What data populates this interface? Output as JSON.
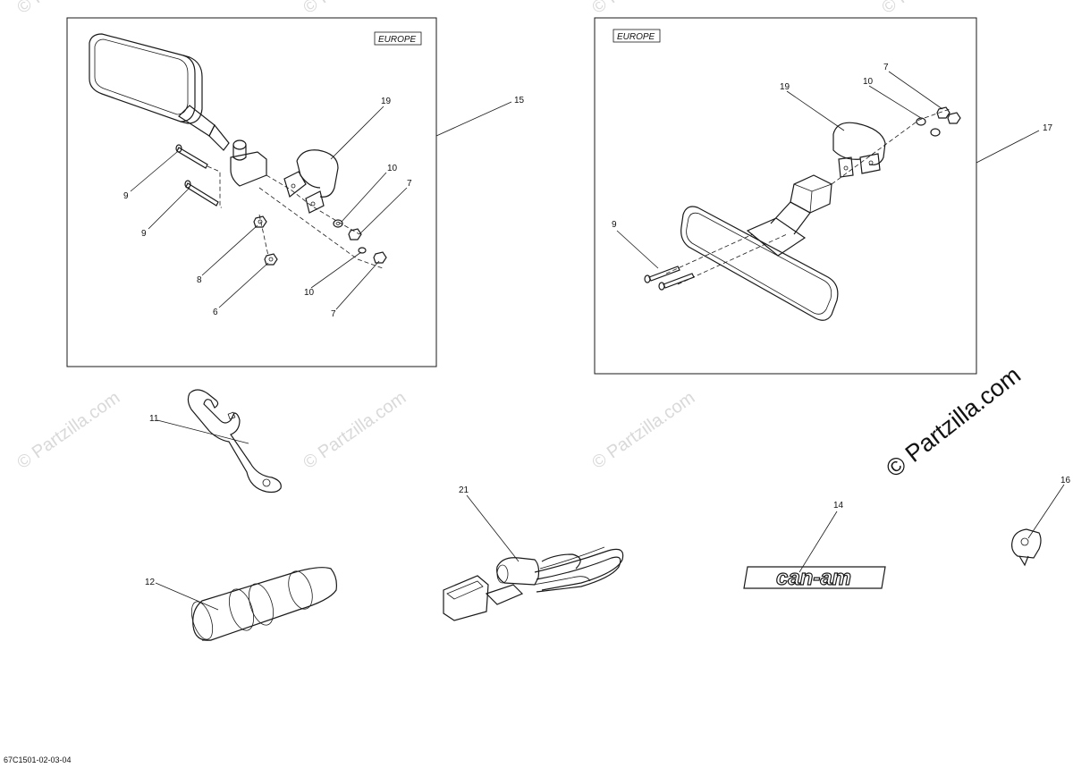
{
  "watermark": {
    "small_text": "© Partzilla.com",
    "big_text": "© Partzilla.com"
  },
  "diagram_code": "67C1501-02-03-04",
  "groups": [
    {
      "callout": "15",
      "region_tag": "EUROPE"
    },
    {
      "callout": "17",
      "region_tag": "EUROPE"
    }
  ],
  "callouts": {
    "left_box": {
      "c19": "19",
      "c10a": "10",
      "c7a": "7",
      "c9a": "9",
      "c9b": "9",
      "c8": "8",
      "c6": "6",
      "c10b": "10",
      "c7b": "7"
    },
    "right_box": {
      "c19": "19",
      "c10": "10",
      "c7": "7",
      "c9": "9"
    },
    "loose": {
      "c11": "11",
      "c12": "12",
      "c21": "21",
      "c14": "14",
      "c16": "16"
    }
  },
  "logo": {
    "text": "can-am"
  },
  "colors": {
    "line": "#1a1a1a",
    "watermark": "#d9d9d9",
    "background": "#ffffff"
  }
}
